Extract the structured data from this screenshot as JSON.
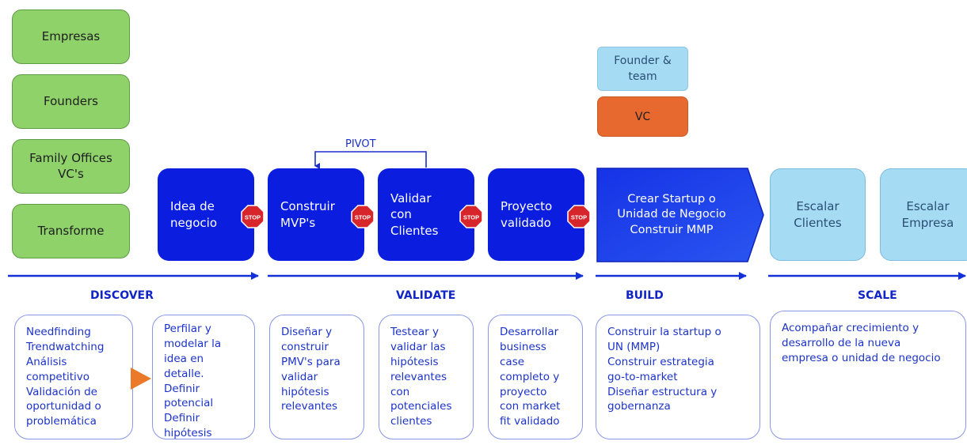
{
  "stakeholders": [
    "Empresas",
    "Founders",
    "Family Offices\nVC's",
    "Transforme"
  ],
  "stages": {
    "idea": "Idea de\nnegocio",
    "construir": "Construir\nMVP's",
    "validar": "Validar\ncon\nClientes",
    "proyecto": "Proyecto\nvalidado",
    "crear": "Crear Startup o\nUnidad de Negocio\nConstruir MMP",
    "escalar_clientes": "Escalar\nClientes",
    "escalar_empresa": "Escalar\nEmpresa"
  },
  "pivot_label": "PIVOT",
  "stop_label": "STOP",
  "legend": {
    "founder_team": "Founder &\nteam",
    "vc": "VC"
  },
  "phases": {
    "discover": "DISCOVER",
    "validate": "VALIDATE",
    "build": "BUILD",
    "scale": "SCALE"
  },
  "descriptions": {
    "needfinding": "Needfinding\nTrendwatching\nAnálisis\ncompetitivo\nValidación de\noportunidad o\nproblemática",
    "perfilar": "Perfilar y\nmodelar la\nidea en\ndetalle.\nDefinir\npotencial\nDefinir\nhipótesis",
    "disenar": "Diseñar y\nconstruir\nPMV's para\nvalidar\nhipótesis\nrelevantes",
    "testear": "Testear y\nvalidar las\nhipótesis\nrelevantes\ncon\npotenciales\nclientes",
    "desarrollar": "Desarrollar\nbusiness\ncase\ncompleto y\nproyecto\ncon market\nfit validado",
    "construir_startup": "Construir la startup o\nUN (MMP)\nConstruir estrategia\ngo-to-market\nDiseñar estructura y\ngobernanza",
    "acompanar": "Acompañar crecimiento y\ndesarrollo de la nueva\nempresa o unidad de negocio"
  },
  "colors": {
    "green": "#8fd26a",
    "blue": "#0b1ee0",
    "light_blue": "#a5dcf4",
    "orange": "#e8692f",
    "stop_red": "#d7262b",
    "arrow_blue": "#1230d8"
  }
}
